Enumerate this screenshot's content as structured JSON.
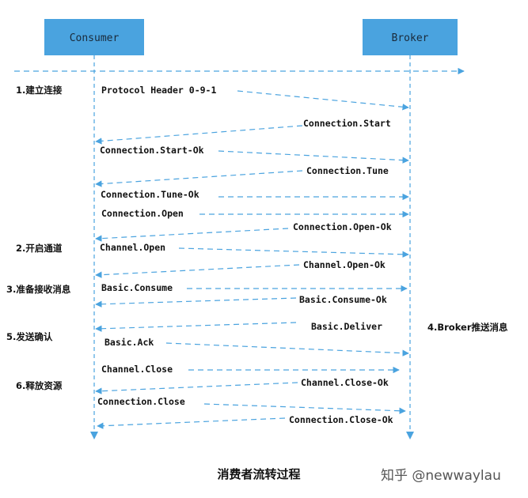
{
  "actors": [
    {
      "id": "consumer",
      "label": "Consumer"
    },
    {
      "id": "broker",
      "label": "Broker"
    }
  ],
  "steps": [
    {
      "label": "1.建立连接"
    },
    {
      "label": "2.开启通道"
    },
    {
      "label": "3.准备接收消息"
    },
    {
      "label": "5.发送确认"
    },
    {
      "label": "6.释放资源"
    }
  ],
  "broker_note": "4.Broker推送消息",
  "messages": [
    {
      "label": "Protocol Header 0-9-1",
      "from": "consumer",
      "to": "broker"
    },
    {
      "label": "Connection.Start",
      "from": "broker",
      "to": "consumer"
    },
    {
      "label": "Connection.Start-Ok",
      "from": "consumer",
      "to": "broker"
    },
    {
      "label": "Connection.Tune",
      "from": "broker",
      "to": "consumer"
    },
    {
      "label": "Connection.Tune-Ok",
      "from": "consumer",
      "to": "broker"
    },
    {
      "label": "Connection.Open",
      "from": "consumer",
      "to": "broker"
    },
    {
      "label": "Connection.Open-Ok",
      "from": "broker",
      "to": "consumer"
    },
    {
      "label": "Channel.Open",
      "from": "consumer",
      "to": "broker"
    },
    {
      "label": "Channel.Open-Ok",
      "from": "broker",
      "to": "consumer"
    },
    {
      "label": "Basic.Consume",
      "from": "consumer",
      "to": "broker"
    },
    {
      "label": "Basic.Consume-Ok",
      "from": "broker",
      "to": "consumer"
    },
    {
      "label": "Basic.Deliver",
      "from": "broker",
      "to": "consumer"
    },
    {
      "label": "Basic.Ack",
      "from": "consumer",
      "to": "broker"
    },
    {
      "label": "Channel.Close",
      "from": "consumer",
      "to": "broker"
    },
    {
      "label": "Channel.Close-Ok",
      "from": "broker",
      "to": "consumer"
    },
    {
      "label": "Connection.Close",
      "from": "consumer",
      "to": "broker"
    },
    {
      "label": "Connection.Close-Ok",
      "from": "broker",
      "to": "consumer"
    }
  ],
  "caption": "消费者流转过程",
  "watermark": "知乎 @newwaylau",
  "colors": {
    "accent": "#4aa3df",
    "text": "#111111"
  }
}
